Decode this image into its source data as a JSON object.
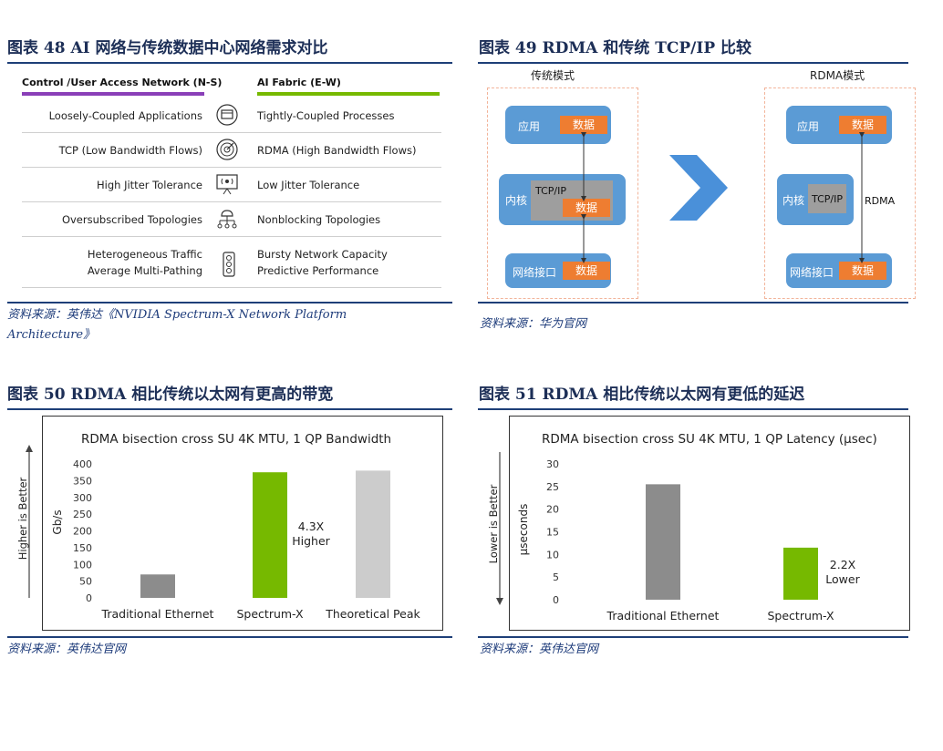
{
  "fig48": {
    "title": "图表 48  AI 网络与传统数据中心网络需求对比",
    "left_header": "Control /User Access Network (N-S)",
    "right_header": "AI Fabric (E-W)",
    "rows": [
      {
        "left": "Loosely-Coupled Applications",
        "right": "Tightly-Coupled Processes",
        "icon": "app-window-icon"
      },
      {
        "left": "TCP (Low Bandwidth Flows)",
        "right": "RDMA (High Bandwidth Flows)",
        "icon": "signal-icon"
      },
      {
        "left": "High Jitter Tolerance",
        "right": "Low Jitter Tolerance",
        "icon": "broadcast-icon"
      },
      {
        "left": "Oversubscribed Topologies",
        "right": "Nonblocking Topologies",
        "icon": "network-tree-icon"
      },
      {
        "left1": "Heterogeneous Traffic",
        "left2": "Average Multi-Pathing",
        "right1": "Bursty Network Capacity",
        "right2": "Predictive Performance",
        "icon": "traffic-light-icon"
      }
    ],
    "source_line1": "资料来源：英伟达《NVIDIA Spectrum-X Network Platform",
    "source_line2": "Architecture》",
    "colors": {
      "left_rule": "#8a3fb8",
      "right_rule": "#76b900"
    }
  },
  "fig49": {
    "title": "图表 49  RDMA 和传统 TCP/IP 比较",
    "traditional": {
      "mode_label": "传统模式",
      "app_label": "应用",
      "kernel_label": "内核",
      "tcpip_label": "TCP/IP",
      "nic_label": "网络接口",
      "data_label": "数据"
    },
    "rdma": {
      "mode_label": "RDMA模式",
      "app_label": "应用",
      "kernel_label": "内核",
      "tcpip_label": "TCP/IP",
      "nic_label": "网络接口",
      "data_label": "数据",
      "path_label": "RDMA"
    },
    "source": "资料来源：华为官网",
    "colors": {
      "blue": "#5b9bd5",
      "orange": "#ee7d31",
      "arrow": "#4a90d9"
    }
  },
  "fig50": {
    "title": "图表 50  RDMA 相比传统以太网有更高的带宽",
    "side_label": "Higher is Better",
    "source": "资料来源：英伟达官网",
    "chart_data": {
      "type": "bar",
      "title": "RDMA bisection cross SU 4K MTU, 1 QP Bandwidth",
      "ylabel": "Gb/s",
      "categories": [
        "Traditional Ethernet",
        "Spectrum-X",
        "Theoretical Peak"
      ],
      "values": [
        70,
        375,
        380
      ],
      "ylim": [
        0,
        400
      ],
      "yticks": [
        0,
        50,
        100,
        150,
        200,
        250,
        300,
        350,
        400
      ],
      "colors": [
        "#8c8c8c",
        "#76b900",
        "#cccccc"
      ],
      "annotation_line1": "4.3X",
      "annotation_line2": "Higher"
    }
  },
  "fig51": {
    "title": "图表 51  RDMA 相比传统以太网有更低的延迟",
    "side_label": "Lower is Better",
    "source": "资料来源：英伟达官网",
    "chart_data": {
      "type": "bar",
      "title": "RDMA bisection cross SU 4K MTU, 1 QP Latency (μsec)",
      "ylabel": "μseconds",
      "categories": [
        "Traditional Ethernet",
        "Spectrum-X"
      ],
      "values": [
        25.5,
        11.5
      ],
      "ylim": [
        0,
        30
      ],
      "yticks": [
        0,
        5,
        10,
        15,
        20,
        25,
        30
      ],
      "colors": [
        "#8c8c8c",
        "#76b900"
      ],
      "annotation_line1": "2.2X",
      "annotation_line2": "Lower"
    }
  }
}
